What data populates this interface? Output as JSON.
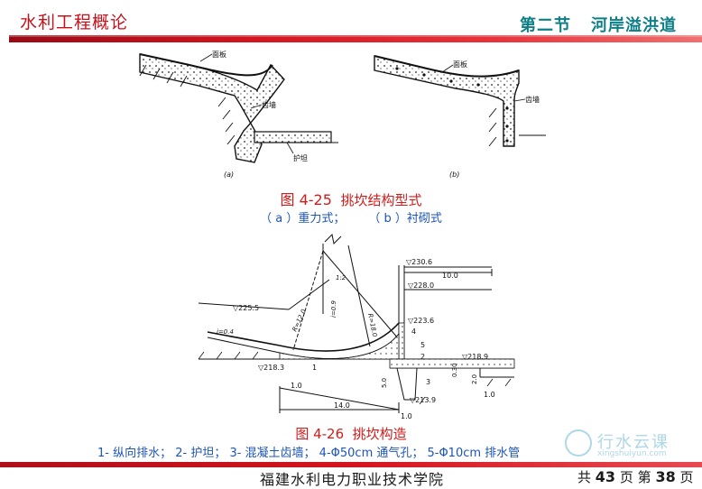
{
  "header": {
    "course_title": "水利工程概论",
    "section_label": "第二节",
    "section_title": "河岸溢洪道"
  },
  "figure_a": {
    "label_panel": "面板",
    "label_tooth_wall": "齿墙",
    "label_apron": "护坦",
    "sublabel": "(a)"
  },
  "figure_b": {
    "label_panel": "面板",
    "label_tooth_wall": "齿墙",
    "sublabel": "(b)"
  },
  "caption_1": {
    "figure_number": "图 4-25",
    "title": "挑坎结构型式",
    "subtitle_a": "（ a ）重力式；",
    "subtitle_b": "（ b ）衬砌式"
  },
  "figure_c": {
    "elev_230_6": "▽230.6",
    "elev_228_0": "▽228.0",
    "elev_225_5": "▽225.5",
    "elev_223_6": "▽223.6",
    "elev_218_9": "▽218.9",
    "elev_218_3": "▽218.3",
    "elev_213_9": "▽213.9",
    "dim_10_0": "10.0",
    "dim_14_0": "14.0",
    "dim_1_0_left": "1.0",
    "dim_1_0_mid": "1.0",
    "dim_1_0_right": "1.0",
    "dim_5_0": "5.0",
    "dim_0_30": "0.30",
    "dim_2_0": "2.0",
    "slope_1_2": "1:2",
    "slope_1_0_4": "i=0.4",
    "r_12": "R=12.0",
    "r_18": "R=18.0",
    "i_0_9": "i=0.9",
    "callout_1": "1",
    "callout_2": "2",
    "callout_3": "3",
    "callout_4": "4",
    "callout_5": "5"
  },
  "caption_2": {
    "figure_number": "图 4-26",
    "title": "挑坎构造",
    "legend": "1- 纵向排水； 2- 护坦； 3- 混凝土齿墙； 4-Φ50cm 通气孔； 5-Φ10cm 排水管"
  },
  "footer": {
    "school": "福建水利电力职业技术学院",
    "total_prefix": "共",
    "total_pages": "43",
    "total_suffix": "页",
    "current_prefix": "第",
    "current_page": "38",
    "current_suffix": "页"
  },
  "watermark": {
    "name": "行水云课",
    "url": "xingshuiyun.com"
  },
  "colors": {
    "header_red": "#c8101a",
    "header_teal": "#0e7f86",
    "caption_red": "#d31b1b",
    "caption_blue": "#1d55b8"
  }
}
